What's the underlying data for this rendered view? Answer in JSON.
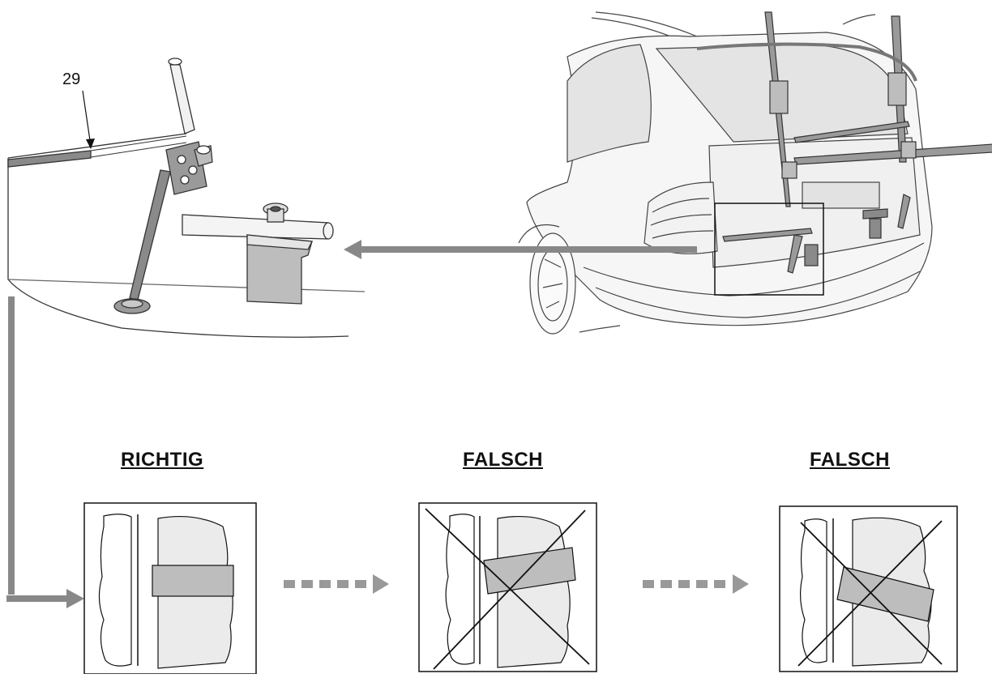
{
  "callout": {
    "label": "29"
  },
  "panels": [
    {
      "label": "RICHTIG",
      "strap": "straight",
      "crossed": false
    },
    {
      "label": "FALSCH",
      "strap": "tilted-up",
      "crossed": true
    },
    {
      "label": "FALSCH",
      "strap": "tilted-down",
      "crossed": true
    }
  ],
  "colors": {
    "arrow": "#888888",
    "strap": "#bdbdbd",
    "surface": "#ebebeb",
    "line": "#111111"
  }
}
